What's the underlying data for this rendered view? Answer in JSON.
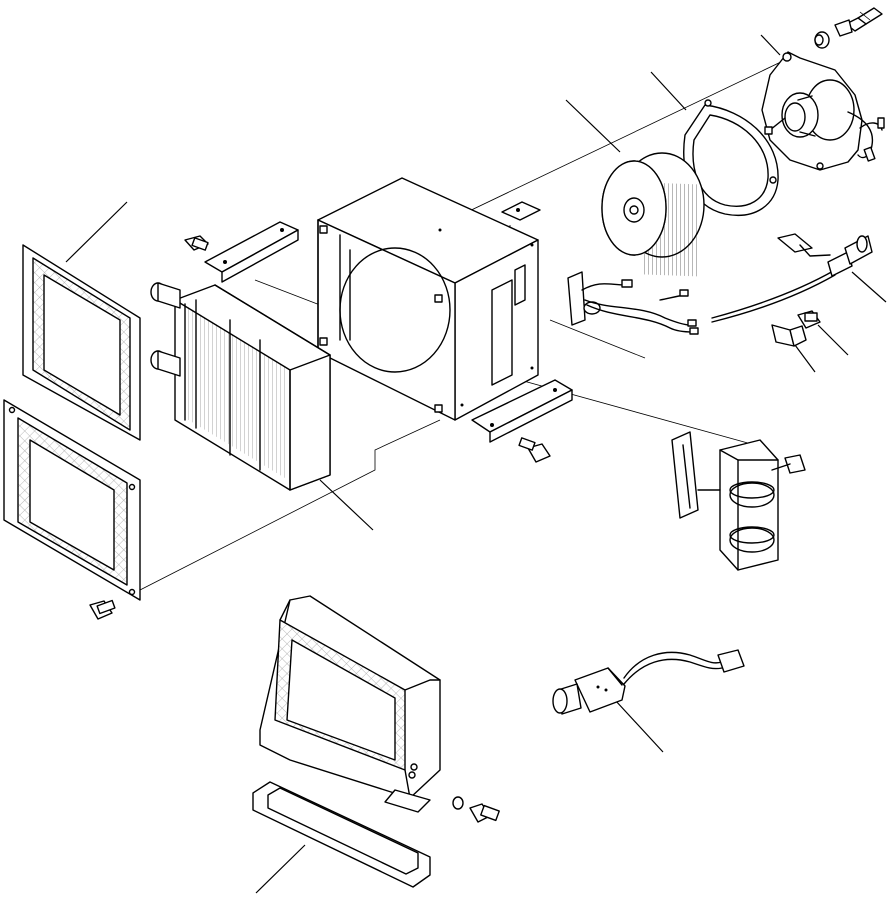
{
  "diagram": {
    "type": "exploded-parts-diagram",
    "parts": [
      "bolt",
      "washer",
      "motor-cover-plate",
      "blower-motor",
      "gasket",
      "blower-fan",
      "housing",
      "mounting-bracket",
      "filter-frame",
      "filter-screen",
      "heater-core",
      "wiring-harness",
      "control-cable",
      "cable-knob",
      "clip",
      "bracket-lower",
      "louver-vent",
      "air-duct",
      "duct-gasket",
      "switch",
      "switch-knob"
    ],
    "callouts": 14
  }
}
